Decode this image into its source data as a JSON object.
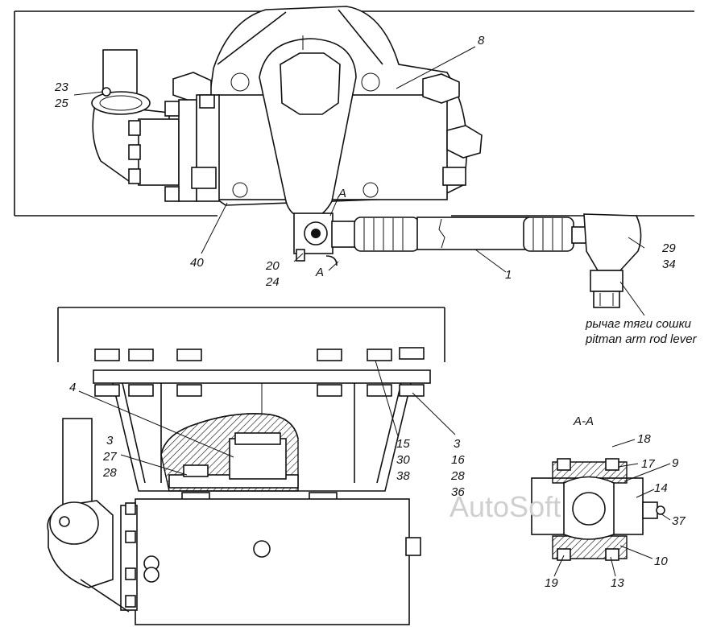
{
  "callouts": {
    "c23": "23",
    "c25": "25",
    "c8": "8",
    "c40": "40",
    "c20": "20",
    "c24": "24",
    "cA_top": "A",
    "cA_bot": "A",
    "c1": "1",
    "c29": "29",
    "c34": "34",
    "c4": "4",
    "c3a": "3",
    "c27": "27",
    "c28a": "28",
    "c15": "15",
    "c30": "30",
    "c38": "38",
    "c3b": "3",
    "c16": "16",
    "c28b": "28",
    "c36": "36",
    "section": "A-A",
    "c18": "18",
    "c17": "17",
    "c9": "9",
    "c14": "14",
    "c37": "37",
    "c10": "10",
    "c19": "19",
    "c13": "13"
  },
  "note": {
    "ru": "рычаг тяги сошки",
    "en": "pitman arm rod lever"
  },
  "watermark": "AutoSoft"
}
